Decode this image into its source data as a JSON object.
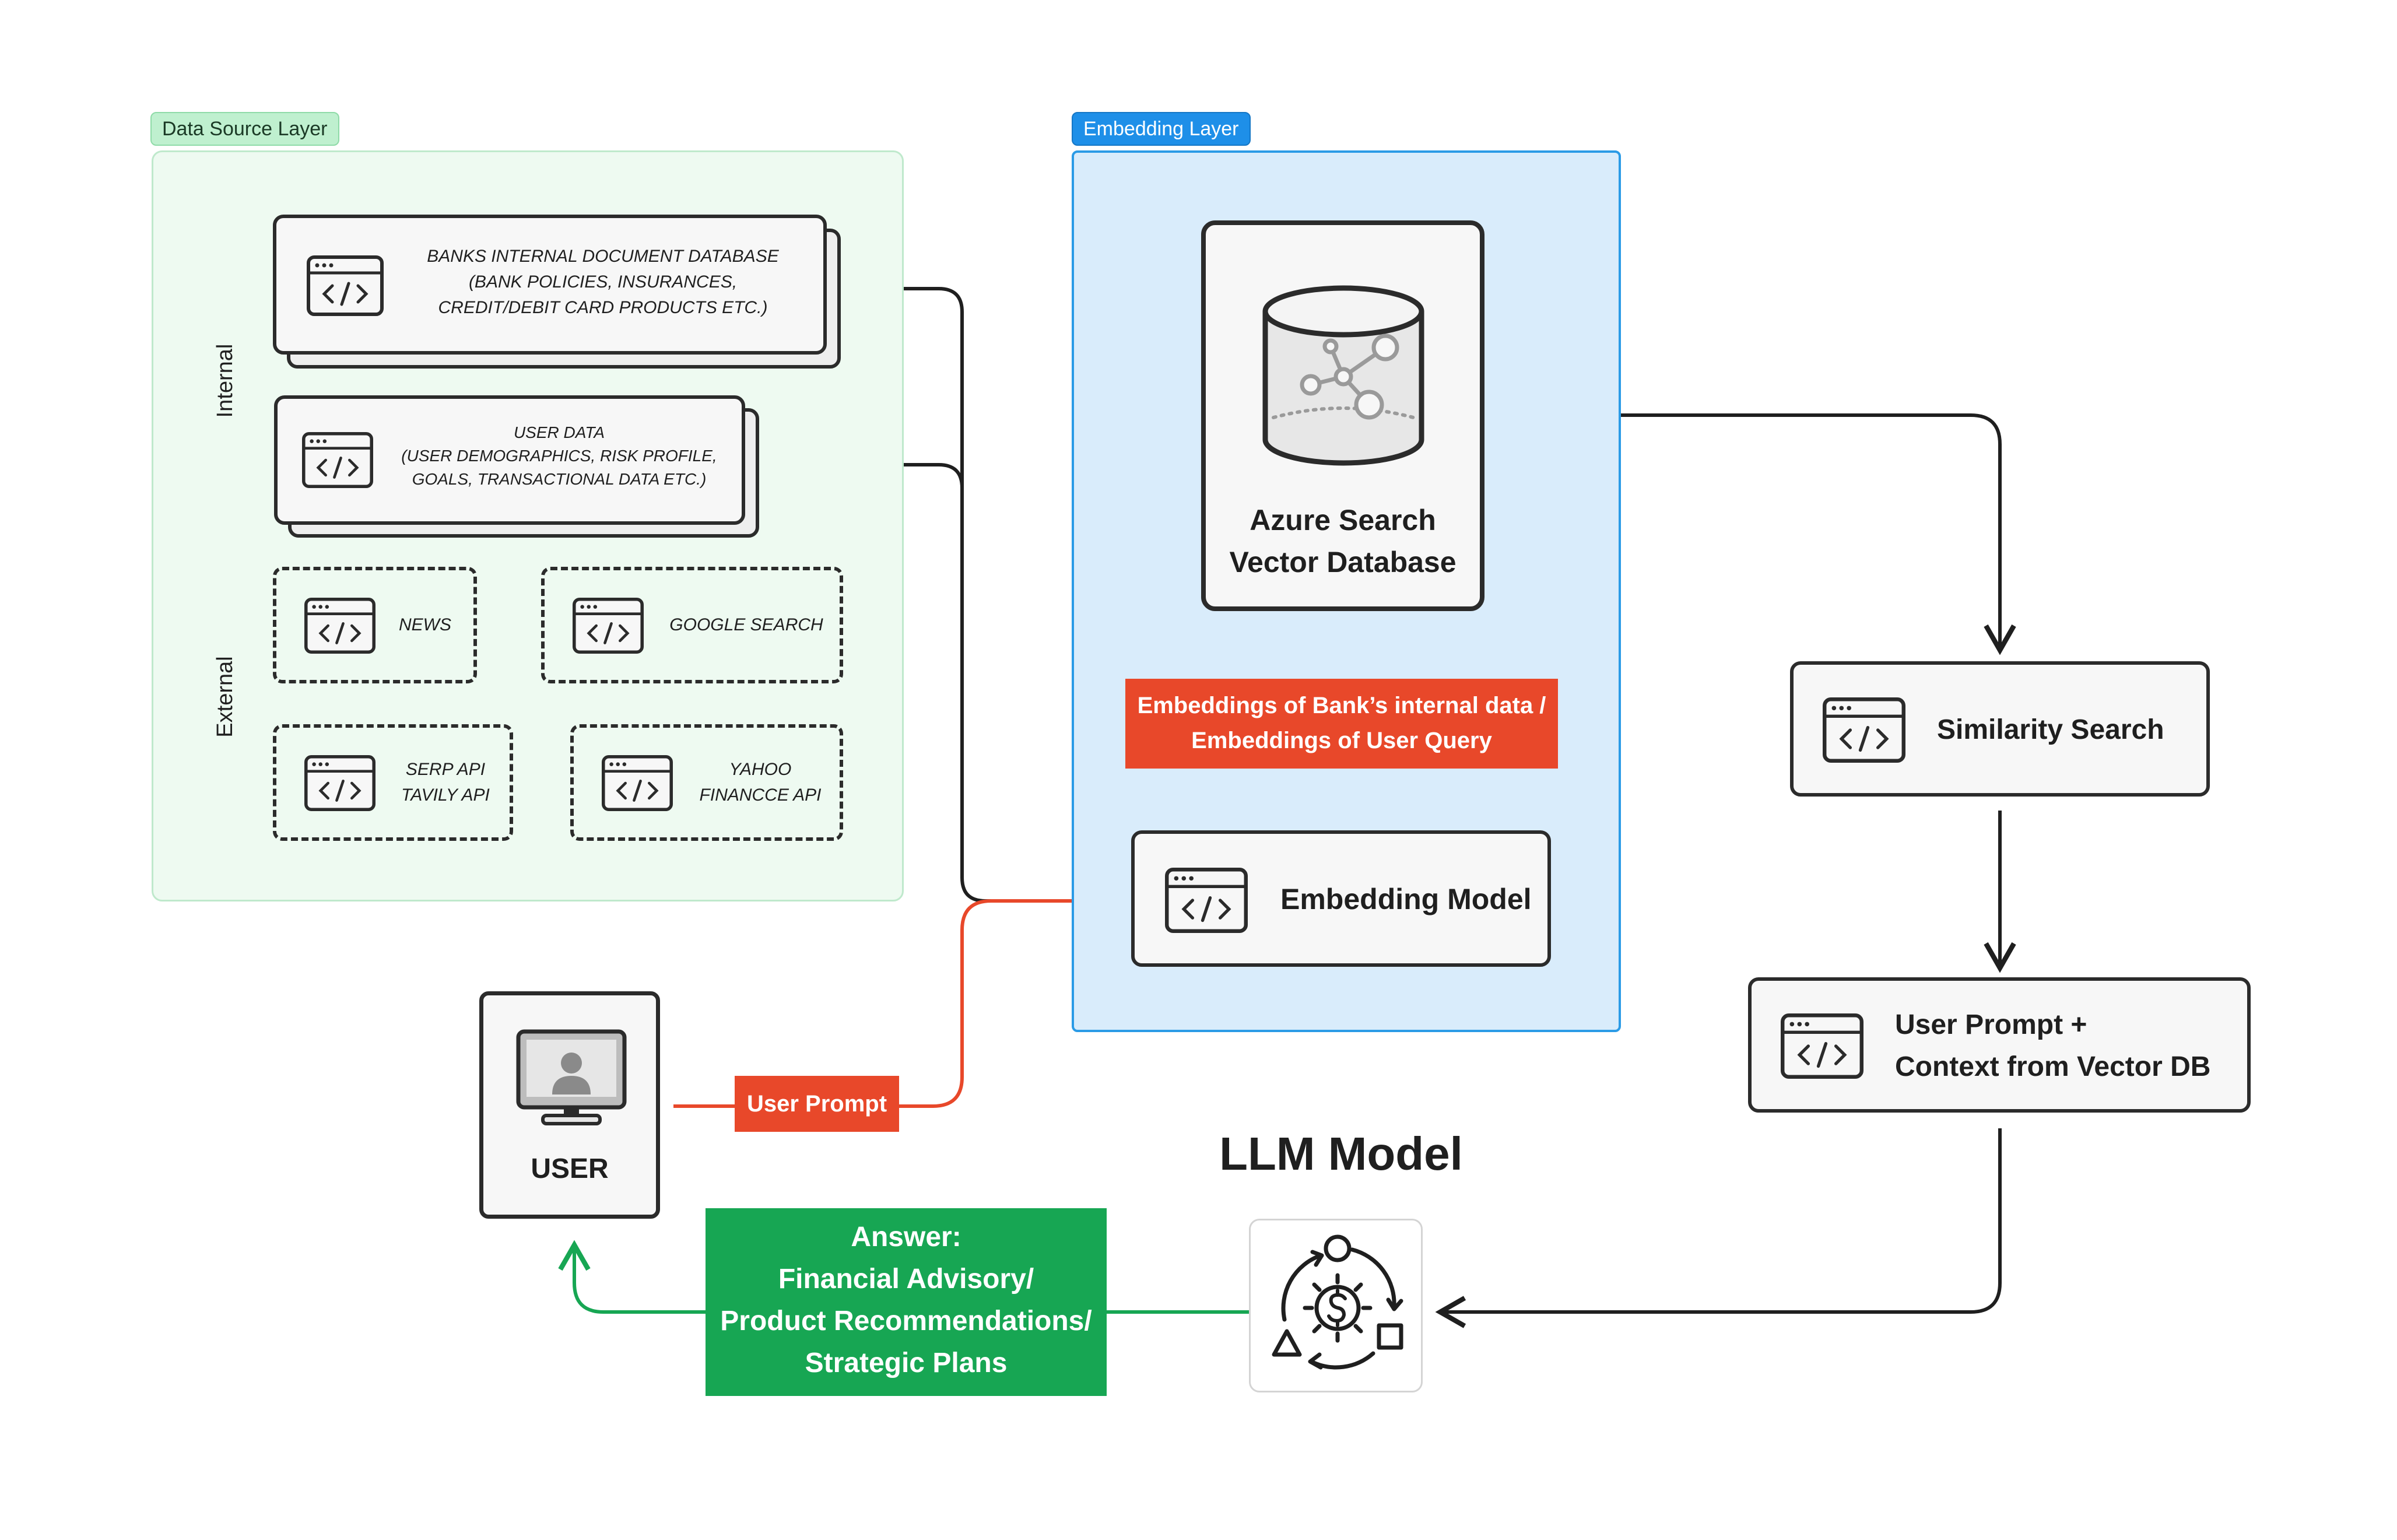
{
  "layers": {
    "data_source": "Data Source Layer",
    "embedding": "Embedding Layer"
  },
  "side_labels": {
    "internal": "Internal",
    "external": "External"
  },
  "sources": {
    "bank_docs": [
      "BANKS INTERNAL DOCUMENT DATABASE",
      "(BANK POLICIES, INSURANCES,",
      "CREDIT/DEBIT CARD PRODUCTS ETC.)"
    ],
    "user_data": [
      "USER DATA",
      "(USER DEMOGRAPHICS, RISK PROFILE,",
      "GOALS, TRANSACTIONAL DATA ETC.)"
    ],
    "news": "NEWS",
    "google": "GOOGLE SEARCH",
    "serp": [
      "SERP API",
      "TAVILY API"
    ],
    "yahoo": [
      "YAHOO",
      "FINANCCE API"
    ]
  },
  "vector_db": [
    "Azure Search",
    "Vector Database"
  ],
  "embeddings_note": [
    "Embeddings of Bank’s internal data /",
    "Embeddings of User Query"
  ],
  "embedding_model": "Embedding Model",
  "similarity_search": "Similarity Search",
  "user_prompt_context": [
    "User Prompt +",
    "Context from Vector DB"
  ],
  "llm_title": "LLM Model",
  "user": "USER",
  "user_prompt_label": "User Prompt",
  "answer": [
    "Answer:",
    "Financial Advisory/",
    "Product Recommendations/",
    "Strategic Plans"
  ],
  "colors": {
    "red": "#e8482a",
    "green": "#17a653",
    "blue": "#2b9be6",
    "dark": "#2b2b2b"
  },
  "icons": {
    "code_window": "code-window-icon",
    "database": "database-network-icon",
    "user_monitor": "user-monitor-icon",
    "llm": "llm-gear-cycle-icon"
  }
}
